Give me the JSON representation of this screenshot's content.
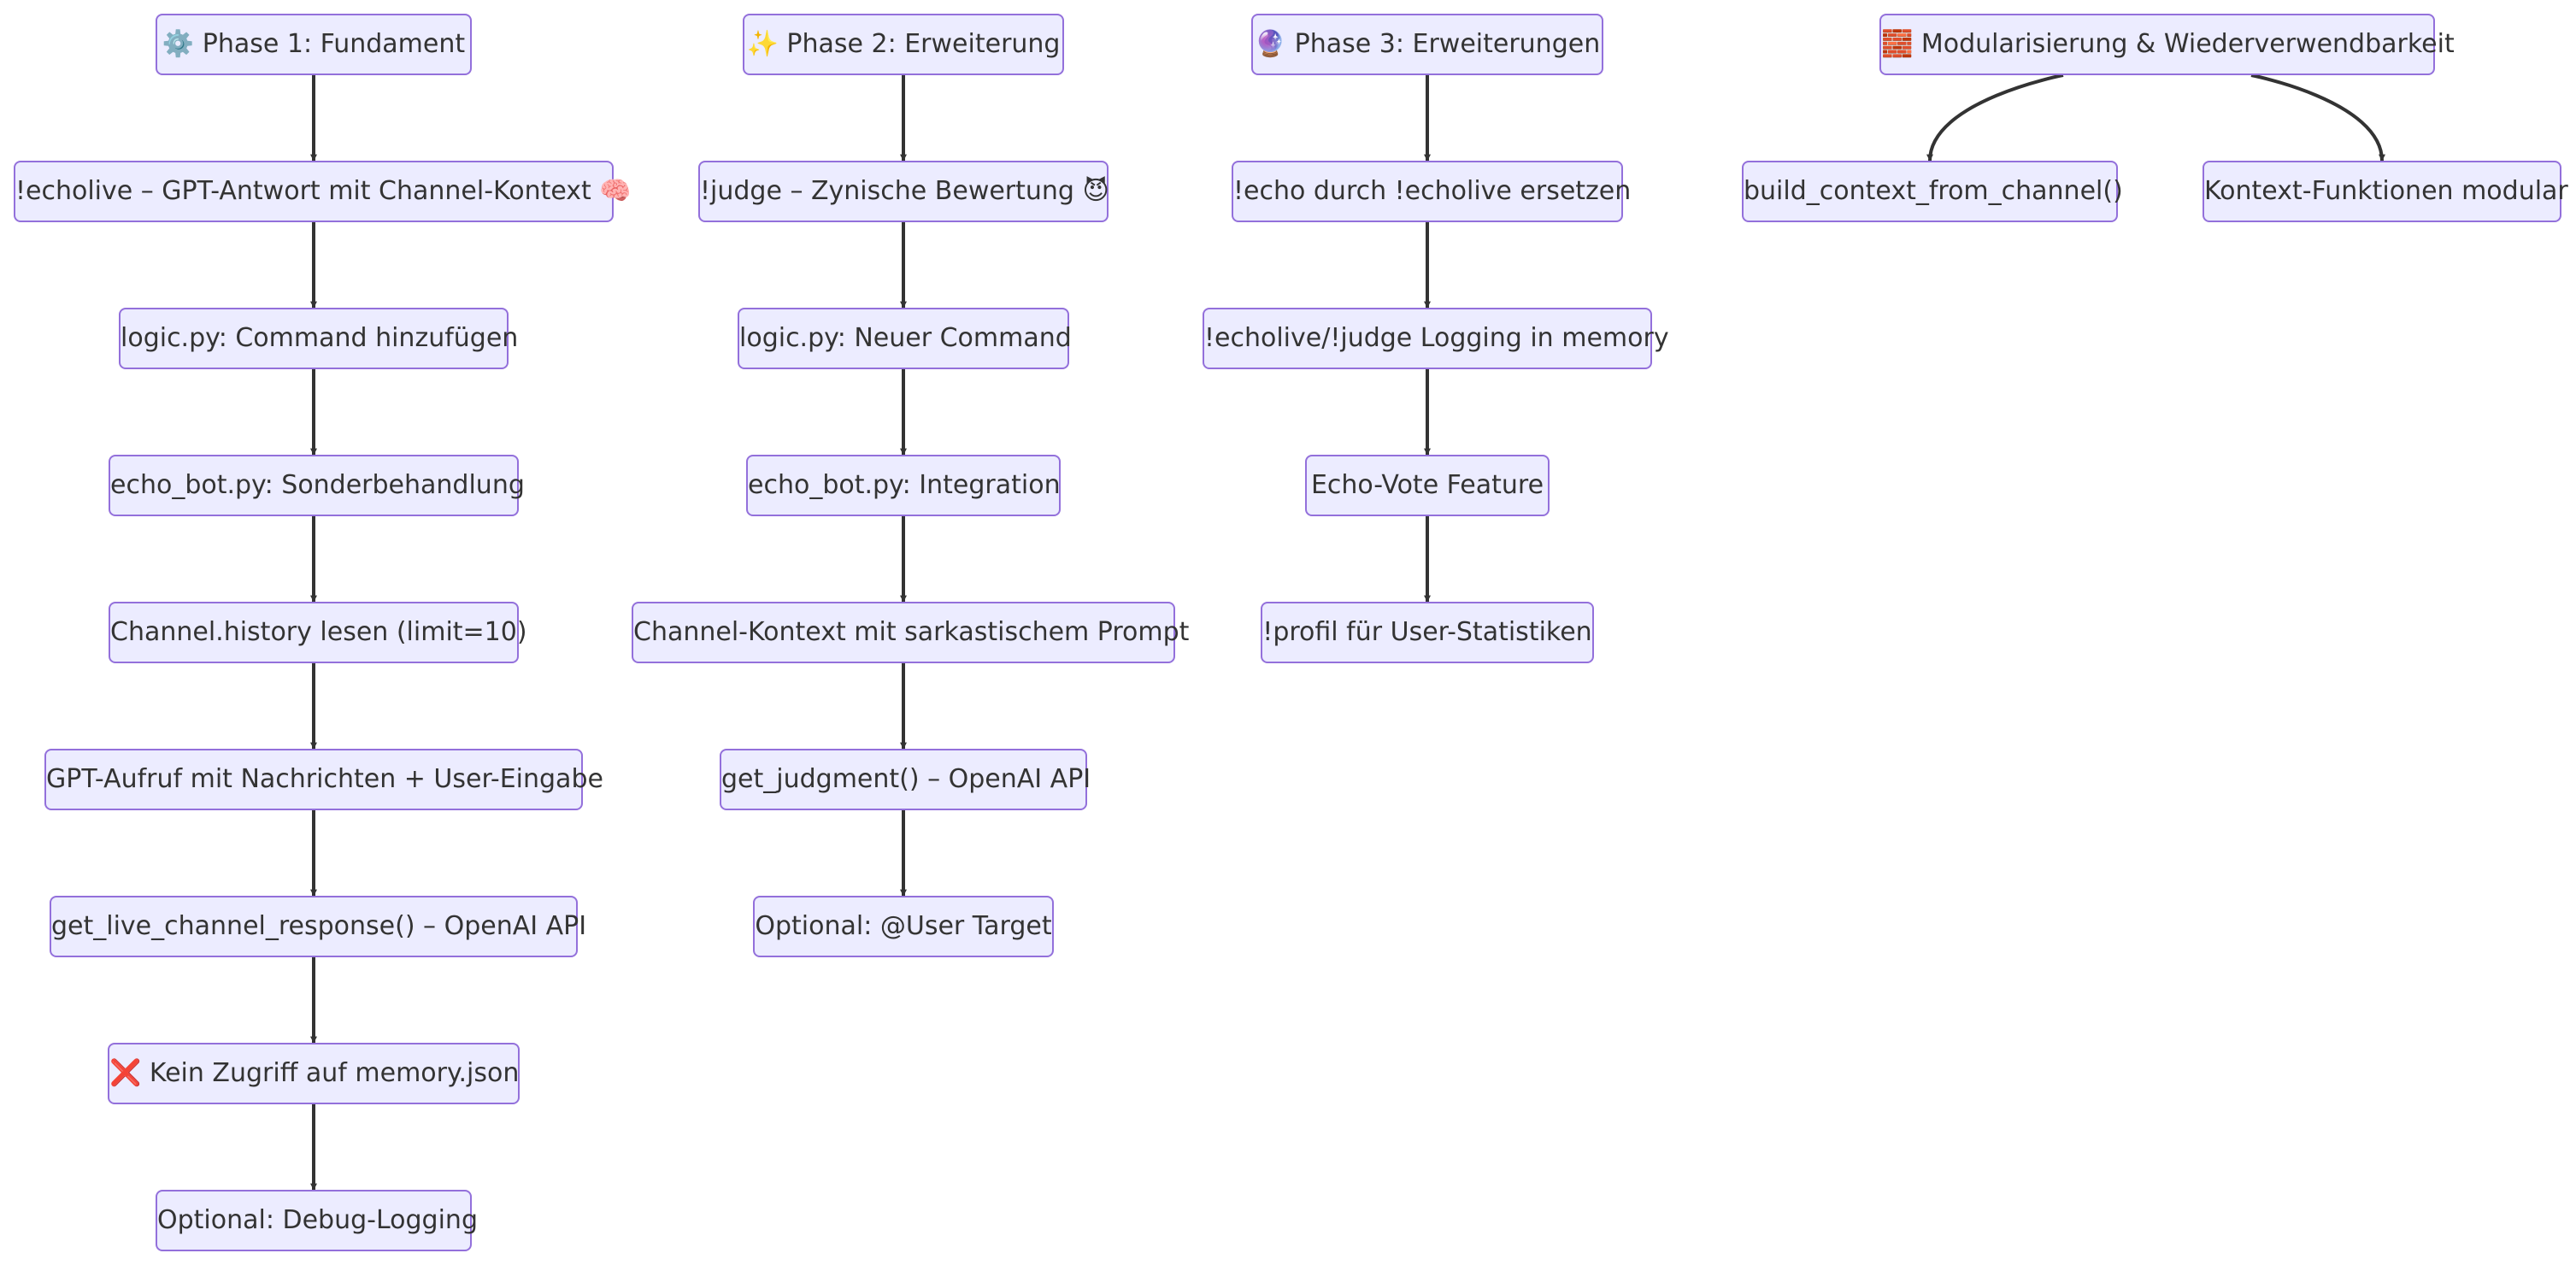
{
  "diagram": {
    "type": "flowchart",
    "colors": {
      "node_fill": "#ECECFF",
      "node_border": "#9370DB",
      "text": "#333333",
      "edge": "#333333"
    },
    "phase1": {
      "title": "⚙️ Phase 1: Fundament",
      "steps": [
        "!echolive – GPT-Antwort mit Channel-Kontext 🧠",
        "logic.py: Command hinzufügen",
        "echo_bot.py: Sonderbehandlung",
        "Channel.history lesen (limit=10)",
        "GPT-Aufruf mit Nachrichten + User-Eingabe",
        "get_live_channel_response() – OpenAI API",
        "❌ Kein Zugriff auf memory.json",
        "Optional: Debug-Logging"
      ]
    },
    "phase2": {
      "title": "✨ Phase 2: Erweiterung",
      "steps": [
        "!judge – Zynische Bewertung 😈",
        "logic.py: Neuer Command",
        "echo_bot.py: Integration",
        "Channel-Kontext mit sarkastischem Prompt",
        "get_judgment() – OpenAI API",
        "Optional: @User Target"
      ]
    },
    "phase3": {
      "title": "🔮 Phase 3: Erweiterungen",
      "steps": [
        "!echo durch !echolive ersetzen",
        "!echolive/!judge Logging in memory",
        "Echo-Vote Feature",
        "!profil für User-Statistiken"
      ]
    },
    "modular": {
      "title": "🧱 Modularisierung & Wiederverwendbarkeit",
      "children": [
        "build_context_from_channel()",
        "Kontext-Funktionen modular"
      ]
    },
    "edges": [
      [
        "phase1.title",
        "phase1.steps.0"
      ],
      [
        "phase1.steps.0",
        "phase1.steps.1"
      ],
      [
        "phase1.steps.1",
        "phase1.steps.2"
      ],
      [
        "phase1.steps.2",
        "phase1.steps.3"
      ],
      [
        "phase1.steps.3",
        "phase1.steps.4"
      ],
      [
        "phase1.steps.4",
        "phase1.steps.5"
      ],
      [
        "phase1.steps.5",
        "phase1.steps.6"
      ],
      [
        "phase1.steps.6",
        "phase1.steps.7"
      ],
      [
        "phase2.title",
        "phase2.steps.0"
      ],
      [
        "phase2.steps.0",
        "phase2.steps.1"
      ],
      [
        "phase2.steps.1",
        "phase2.steps.2"
      ],
      [
        "phase2.steps.2",
        "phase2.steps.3"
      ],
      [
        "phase2.steps.3",
        "phase2.steps.4"
      ],
      [
        "phase2.steps.4",
        "phase2.steps.5"
      ],
      [
        "phase3.title",
        "phase3.steps.0"
      ],
      [
        "phase3.steps.0",
        "phase3.steps.1"
      ],
      [
        "phase3.steps.1",
        "phase3.steps.2"
      ],
      [
        "phase3.steps.2",
        "phase3.steps.3"
      ],
      [
        "modular.title",
        "modular.children.0"
      ],
      [
        "modular.title",
        "modular.children.1"
      ]
    ]
  }
}
